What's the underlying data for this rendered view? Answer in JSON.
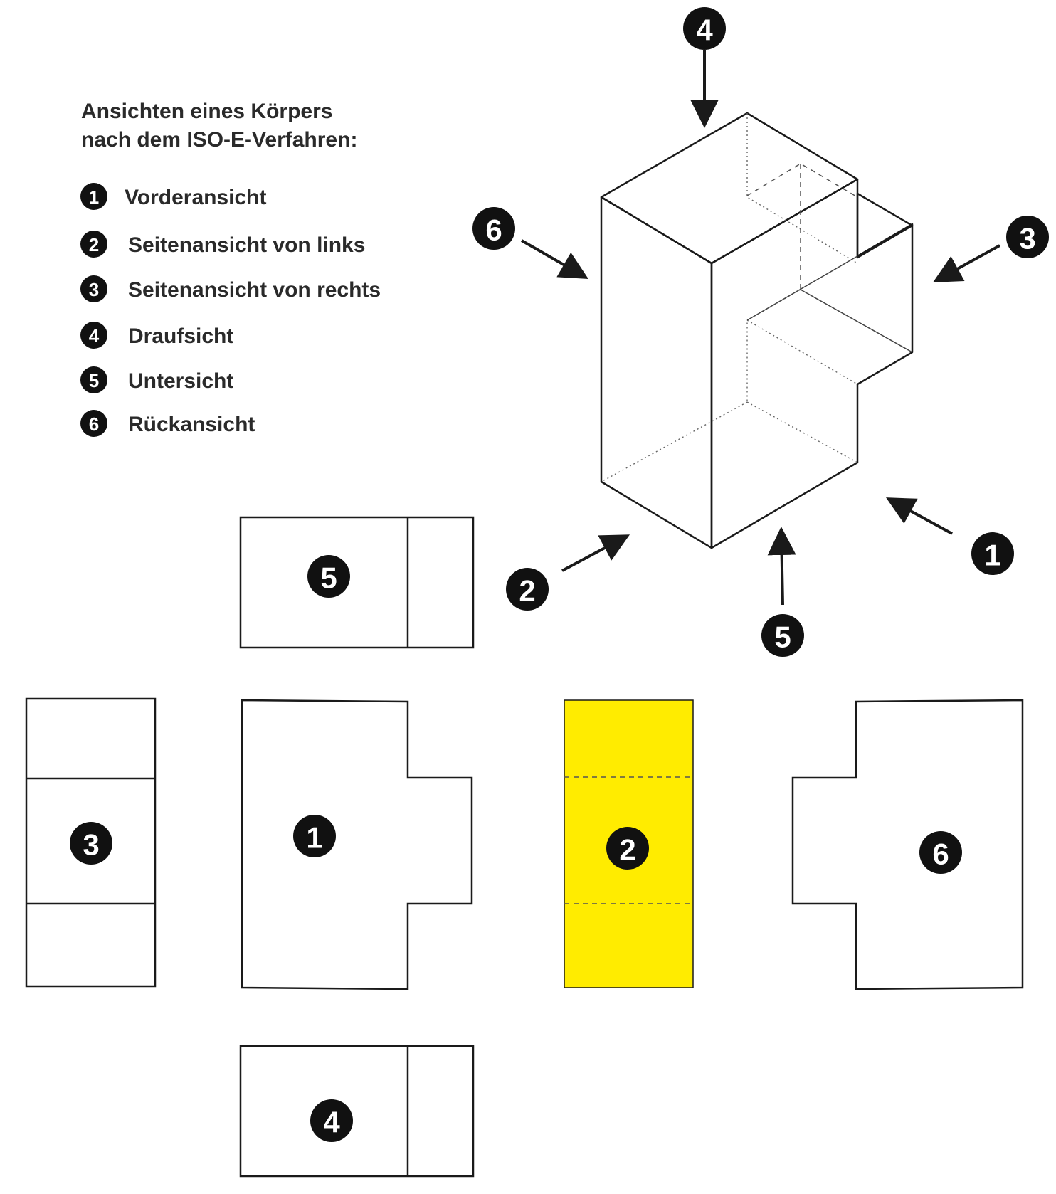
{
  "title": {
    "line1": "Ansichten eines Körpers",
    "line2": "nach dem ISO-E-Verfahren:"
  },
  "legend": [
    {
      "num": "1",
      "label": "Vorderansicht"
    },
    {
      "num": "2",
      "label": "Seitenansicht von links"
    },
    {
      "num": "3",
      "label": "Seitenansicht von rechts"
    },
    {
      "num": "4",
      "label": "Draufsicht"
    },
    {
      "num": "5",
      "label": "Untersicht"
    },
    {
      "num": "6",
      "label": "Rückansicht"
    }
  ],
  "iso_markers": [
    "4",
    "6",
    "3",
    "2",
    "5",
    "1"
  ],
  "views": {
    "bottom": "5",
    "right_side": "3",
    "front": "1",
    "left_side": "2",
    "back": "6",
    "top": "4"
  },
  "colors": {
    "front_face": "#8fd1ea",
    "left_face": "#ffec00",
    "outline": "#1a1a1a"
  }
}
